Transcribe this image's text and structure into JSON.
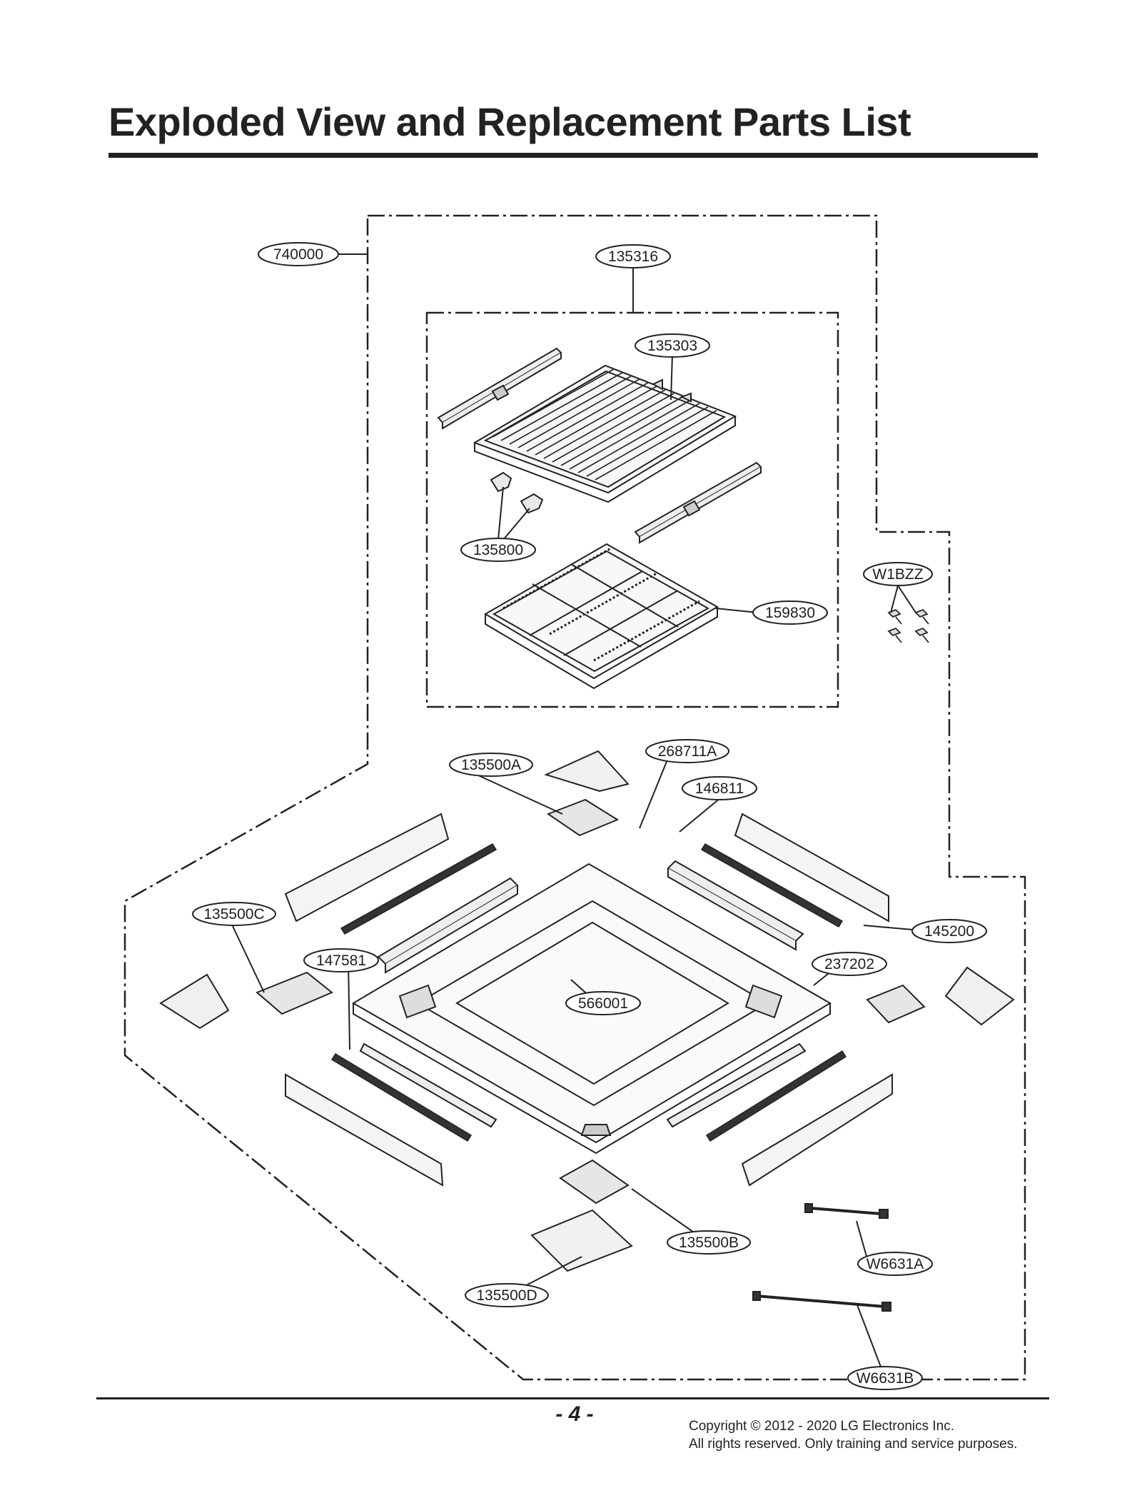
{
  "page": {
    "title": "Exploded View and Replacement Parts List",
    "page_number": "- 4 -",
    "copyright_line1": "Copyright © 2012 - 2020 LG Electronics Inc.",
    "copyright_line2": "All rights reserved. Only training and service purposes."
  },
  "callouts": {
    "c740000": "740000",
    "c135316": "135316",
    "c135303": "135303",
    "c135800": "135800",
    "c159830": "159830",
    "cW1BZZ": "W1BZZ",
    "c135500A": "135500A",
    "c268711A": "268711A",
    "c146811": "146811",
    "c135500C": "135500C",
    "c145200": "145200",
    "c147581": "147581",
    "c237202": "237202",
    "c566001": "566001",
    "c135500B": "135500B",
    "cW6631A": "W6631A",
    "c135500D": "135500D",
    "cW6631B": "W6631B"
  }
}
